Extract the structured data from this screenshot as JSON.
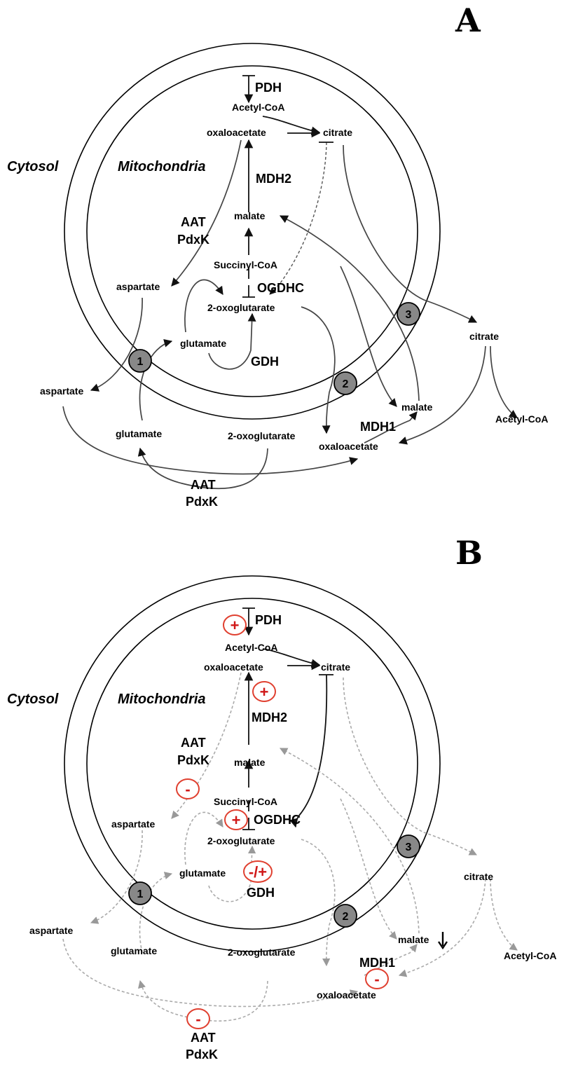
{
  "panels": {
    "a": {
      "letter": "A",
      "cytosol": "Cytosol",
      "mitochondria": "Mitochondria",
      "met": {
        "acetyl_coa_mito": "Acetyl-CoA",
        "oxaloacetate_mito": "oxaloacetate",
        "citrate_mito": "citrate",
        "malate_mito": "malate",
        "succinyl_coa": "Succinyl-CoA",
        "oxoglutarate_mito": "2-oxoglutarate",
        "aspartate_mito": "aspartate",
        "glutamate_mito": "glutamate",
        "citrate_cyto": "citrate",
        "aspartate_cyto": "aspartate",
        "malate_cyto": "malate",
        "acetyl_coa_cyto": "Acetyl-CoA",
        "glutamate_cyto": "glutamate",
        "oxoglutarate_cyto": "2-oxoglutarate",
        "oxaloacetate_cyto": "oxaloacetate"
      },
      "enz": {
        "pdh": "PDH",
        "mdh2": "MDH2",
        "aat_mito": "AAT",
        "pdxk_mito": "PdxK",
        "ogdhc": "OGDHC",
        "gdh": "GDH",
        "mdh1": "MDH1",
        "aat_cyto": "AAT",
        "pdxk_cyto": "PdxK"
      },
      "carriers": [
        "1",
        "2",
        "3"
      ]
    },
    "b": {
      "letter": "B",
      "cytosol": "Cytosol",
      "mitochondria": "Mitochondria",
      "met": {
        "acetyl_coa_mito": "Acetyl-CoA",
        "oxaloacetate_mito": "oxaloacetate",
        "citrate_mito": "citrate",
        "malate_mito": "malate",
        "succinyl_coa": "Succinyl-CoA",
        "oxoglutarate_mito": "2-oxoglutarate",
        "aspartate_mito": "aspartate",
        "glutamate_mito": "glutamate",
        "citrate_cyto": "citrate",
        "aspartate_cyto": "aspartate",
        "malate_cyto": "malate",
        "acetyl_coa_cyto": "Acetyl-CoA",
        "glutamate_cyto": "glutamate",
        "oxoglutarate_cyto": "2-oxoglutarate",
        "oxaloacetate_cyto": "oxaloacetate"
      },
      "enz": {
        "pdh": "PDH",
        "mdh2": "MDH2",
        "aat_mito": "AAT",
        "pdxk_mito": "PdxK",
        "ogdhc": "OGDHC",
        "gdh": "GDH",
        "mdh1": "MDH1",
        "aat_cyto": "AAT",
        "pdxk_cyto": "PdxK"
      },
      "carriers": [
        "1",
        "2",
        "3"
      ],
      "effects": {
        "pdh": "+",
        "mdh2": "+",
        "ogdhc": "+",
        "aat_mito": "-",
        "gdh": "-/+",
        "mdh1": "-",
        "aat_cyto": "-"
      }
    }
  },
  "colors": {
    "effect_outline": "#e04030",
    "effect_text": "#d01818",
    "carrier_fill": "#888888",
    "decreased_flux": "#aaaaaa"
  }
}
